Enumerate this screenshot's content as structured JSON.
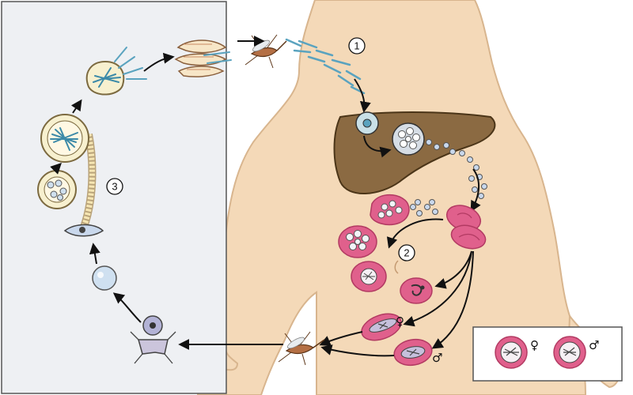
{
  "stage_labels": {
    "liver_stage": "1",
    "blood_stage": "2",
    "mosquito_stage": "3"
  },
  "sex_symbols": {
    "female": "♀",
    "male": "♂",
    "inset_female": "♀",
    "inset_male": "♂"
  },
  "colors": {
    "body_skin": "#f4d9b8",
    "body_outline": "#d8b58e",
    "mosquito_panel": "#eef0f3",
    "liver": "#8b6a42",
    "red_blood_cell": "#e0608c",
    "merozoite": "#c9d8ec",
    "sporozoite": "#8fc0d4",
    "arrow": "#111111"
  }
}
